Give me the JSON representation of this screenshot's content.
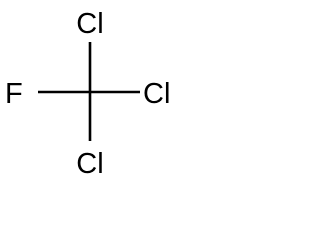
{
  "molecule": {
    "atoms": {
      "top": "Cl",
      "right": "Cl",
      "bottom": "Cl",
      "left": "F"
    }
  }
}
